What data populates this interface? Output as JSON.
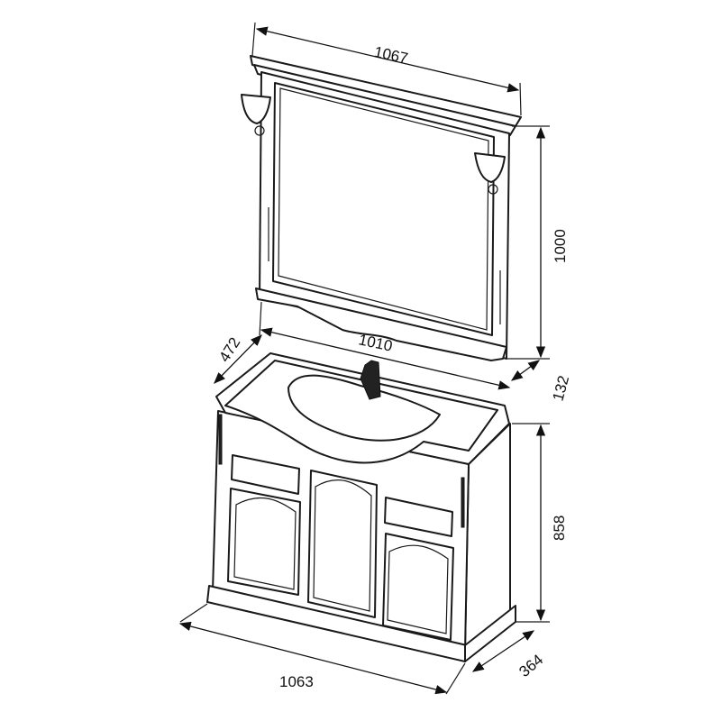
{
  "dimensions": {
    "mirror_width": "1067",
    "mirror_height": "1000",
    "shelf_depth": "132",
    "cabinet_depth_top": "472",
    "cabinet_width_top": "1010",
    "cabinet_height": "858",
    "cabinet_depth_bottom": "364",
    "cabinet_width_bottom": "1063"
  },
  "colors": {
    "line": "#1a1a1a",
    "background": "#ffffff"
  }
}
